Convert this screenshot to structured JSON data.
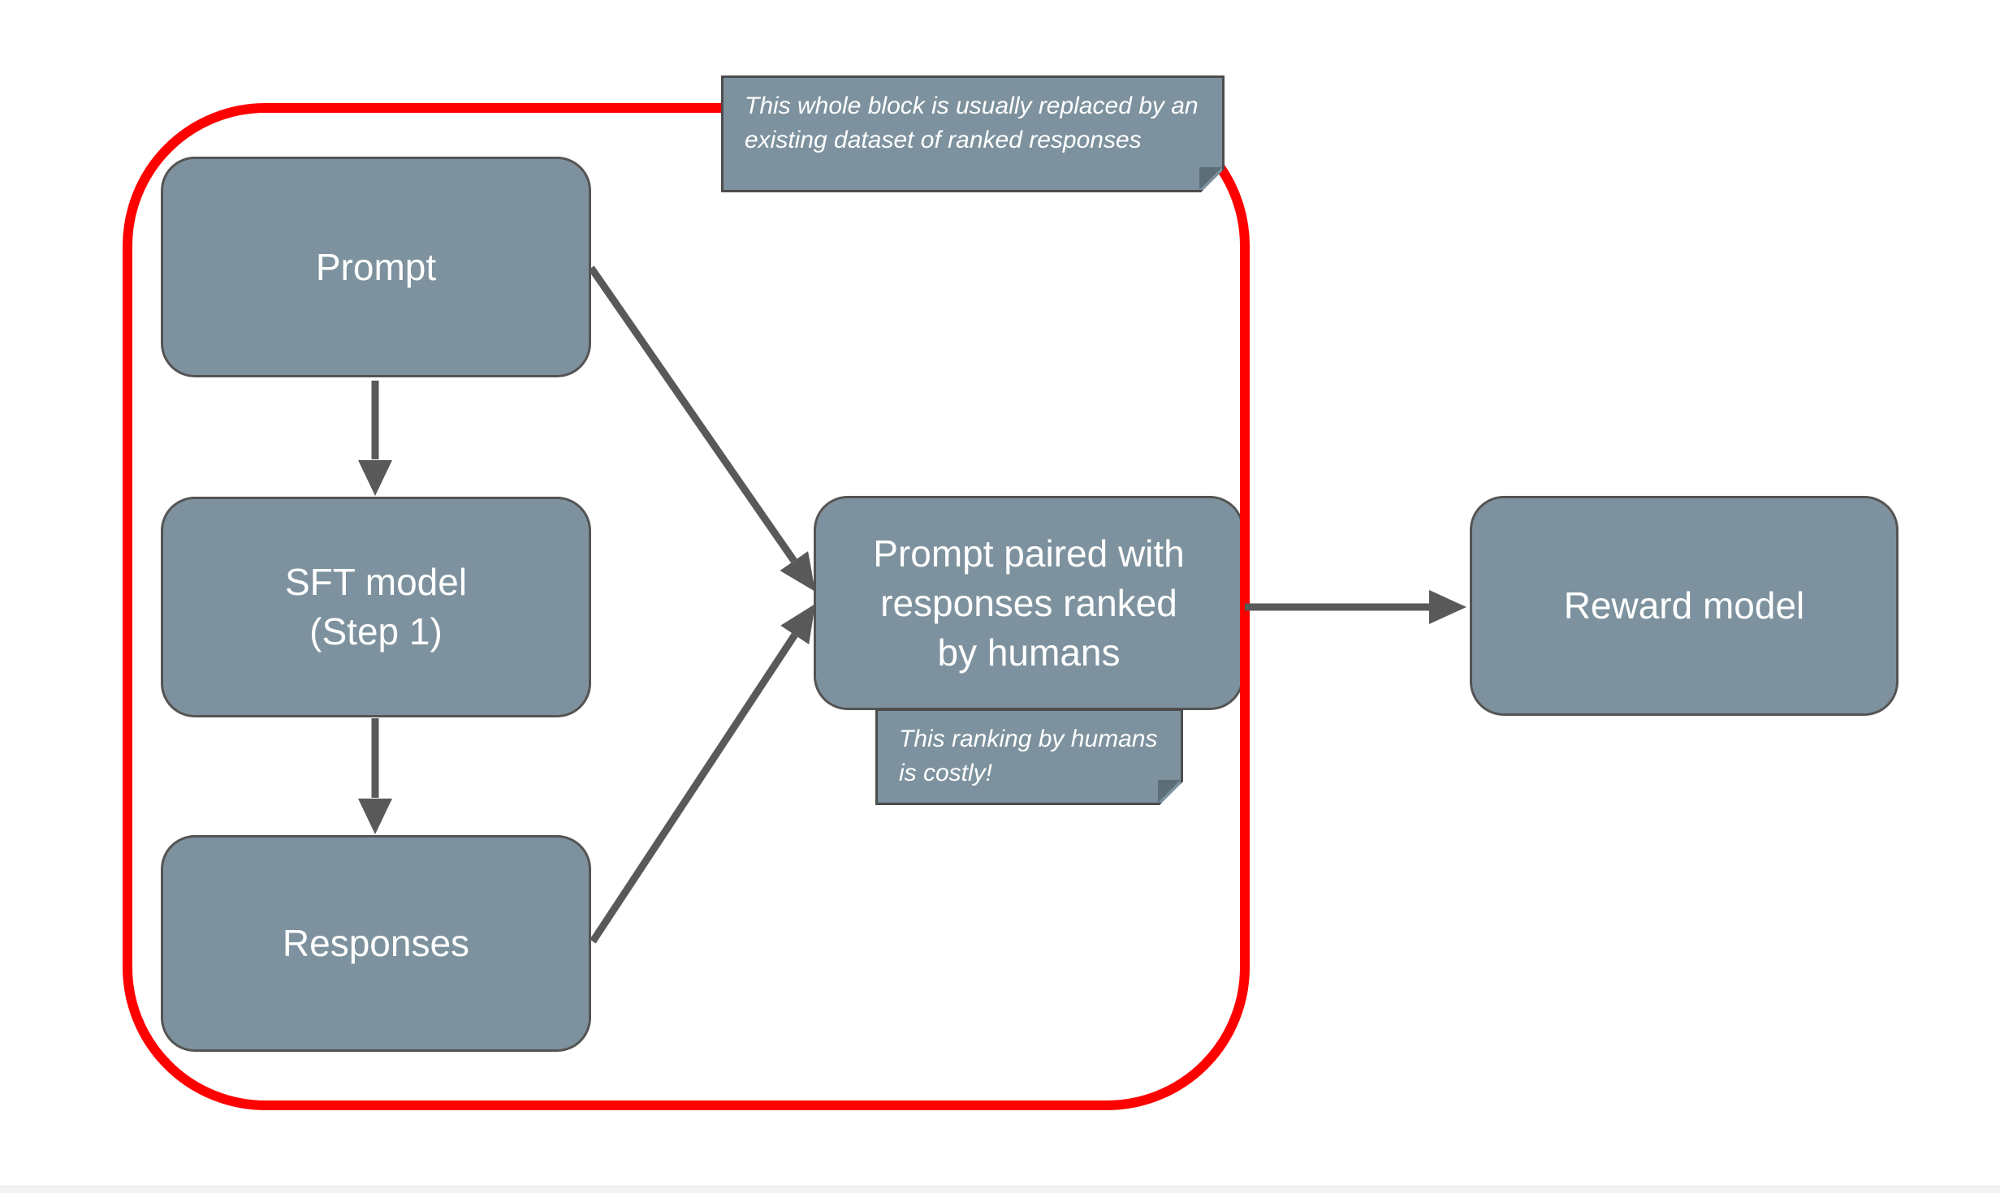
{
  "diagram": {
    "boxes": [
      {
        "id": "prompt",
        "label": "Prompt"
      },
      {
        "id": "sft-model",
        "label": "SFT model\n(Step 1)"
      },
      {
        "id": "responses",
        "label": "Responses"
      },
      {
        "id": "ranked",
        "label": "Prompt paired with\nresponses ranked\nby humans"
      },
      {
        "id": "reward-model",
        "label": "Reward model"
      }
    ],
    "notes": [
      {
        "id": "dataset-note",
        "text": "This whole block is usually replaced by an\nexisting dataset of ranked responses"
      },
      {
        "id": "costly-note",
        "text": "This ranking by humans\nis costly!"
      }
    ]
  },
  "colors": {
    "box_fill": "#7d929e",
    "box_border": "#545454",
    "note_fill": "#7d929e",
    "note_border": "#4c4c4c",
    "fold": "#5d6e78",
    "arrow": "#595959",
    "highlight": "#ff0000",
    "text": "#ffffff"
  }
}
